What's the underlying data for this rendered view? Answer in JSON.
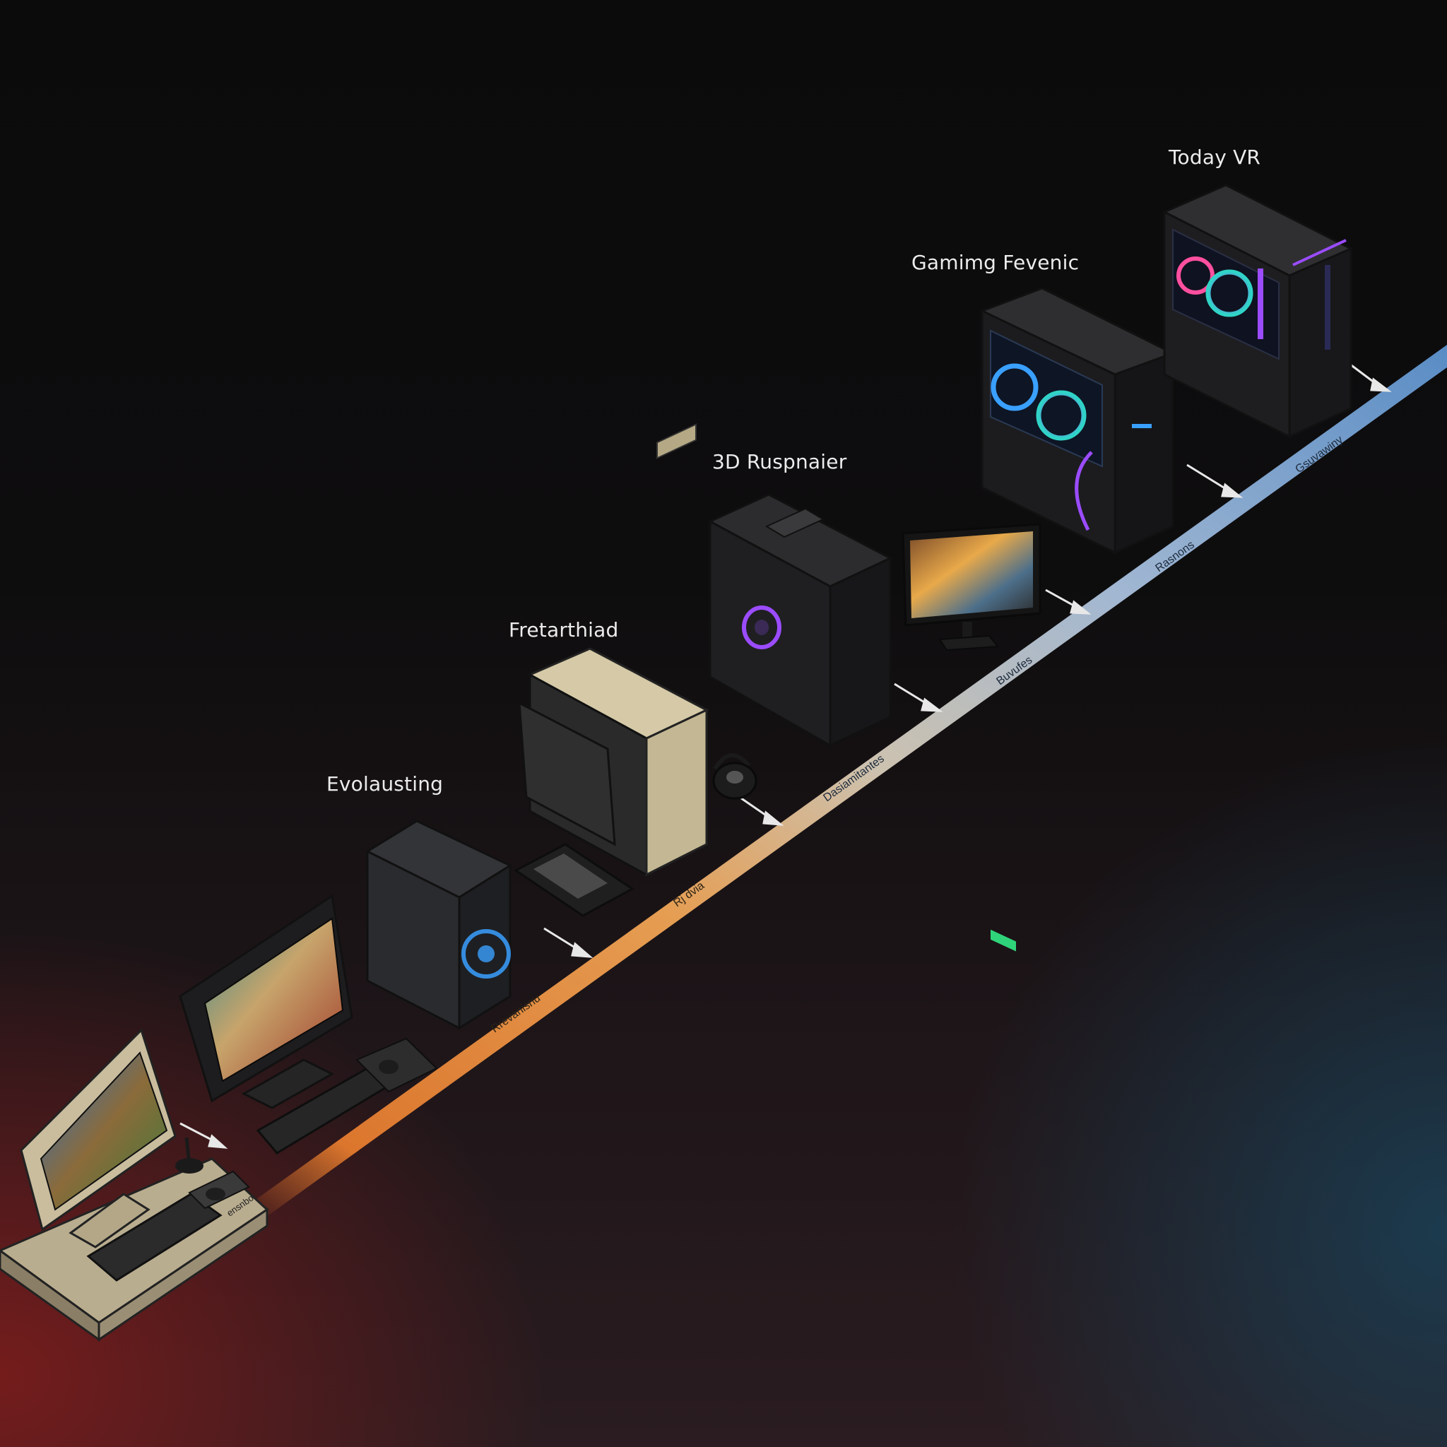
{
  "timeline": {
    "gradient_colors": [
      "#e0742a",
      "#f0a556",
      "#d6cbb8",
      "#a9c0dc",
      "#5d93cf"
    ],
    "eras": [
      {
        "label": "Evolausting"
      },
      {
        "label": "Fretarthiad"
      },
      {
        "label": "3D Ruspnaier"
      },
      {
        "label": "Gamimg Fevenic"
      },
      {
        "label": "Today VR"
      }
    ],
    "band_labels": [
      "Rrevanisnu",
      "Rj dvia",
      "Dasiamitantes",
      "Buvufes",
      "Rasnons",
      "Gsuvawiny"
    ],
    "base_tag": "ensnbo"
  },
  "accents": {
    "rgb_purple": "#9b4cff",
    "rgb_blue": "#3aa0ff",
    "rgb_green": "#2fd47a",
    "beige_case": "#cbbf9f"
  },
  "icons": [
    "retro-pc-icon",
    "crt-monitor-icon",
    "tower-case-icon",
    "beige-tower-icon",
    "keyboard-icon",
    "mouse-icon",
    "headset-icon",
    "gaming-monitor-icon",
    "rgb-tower-icon",
    "vr-tower-icon",
    "arrow-icon"
  ]
}
